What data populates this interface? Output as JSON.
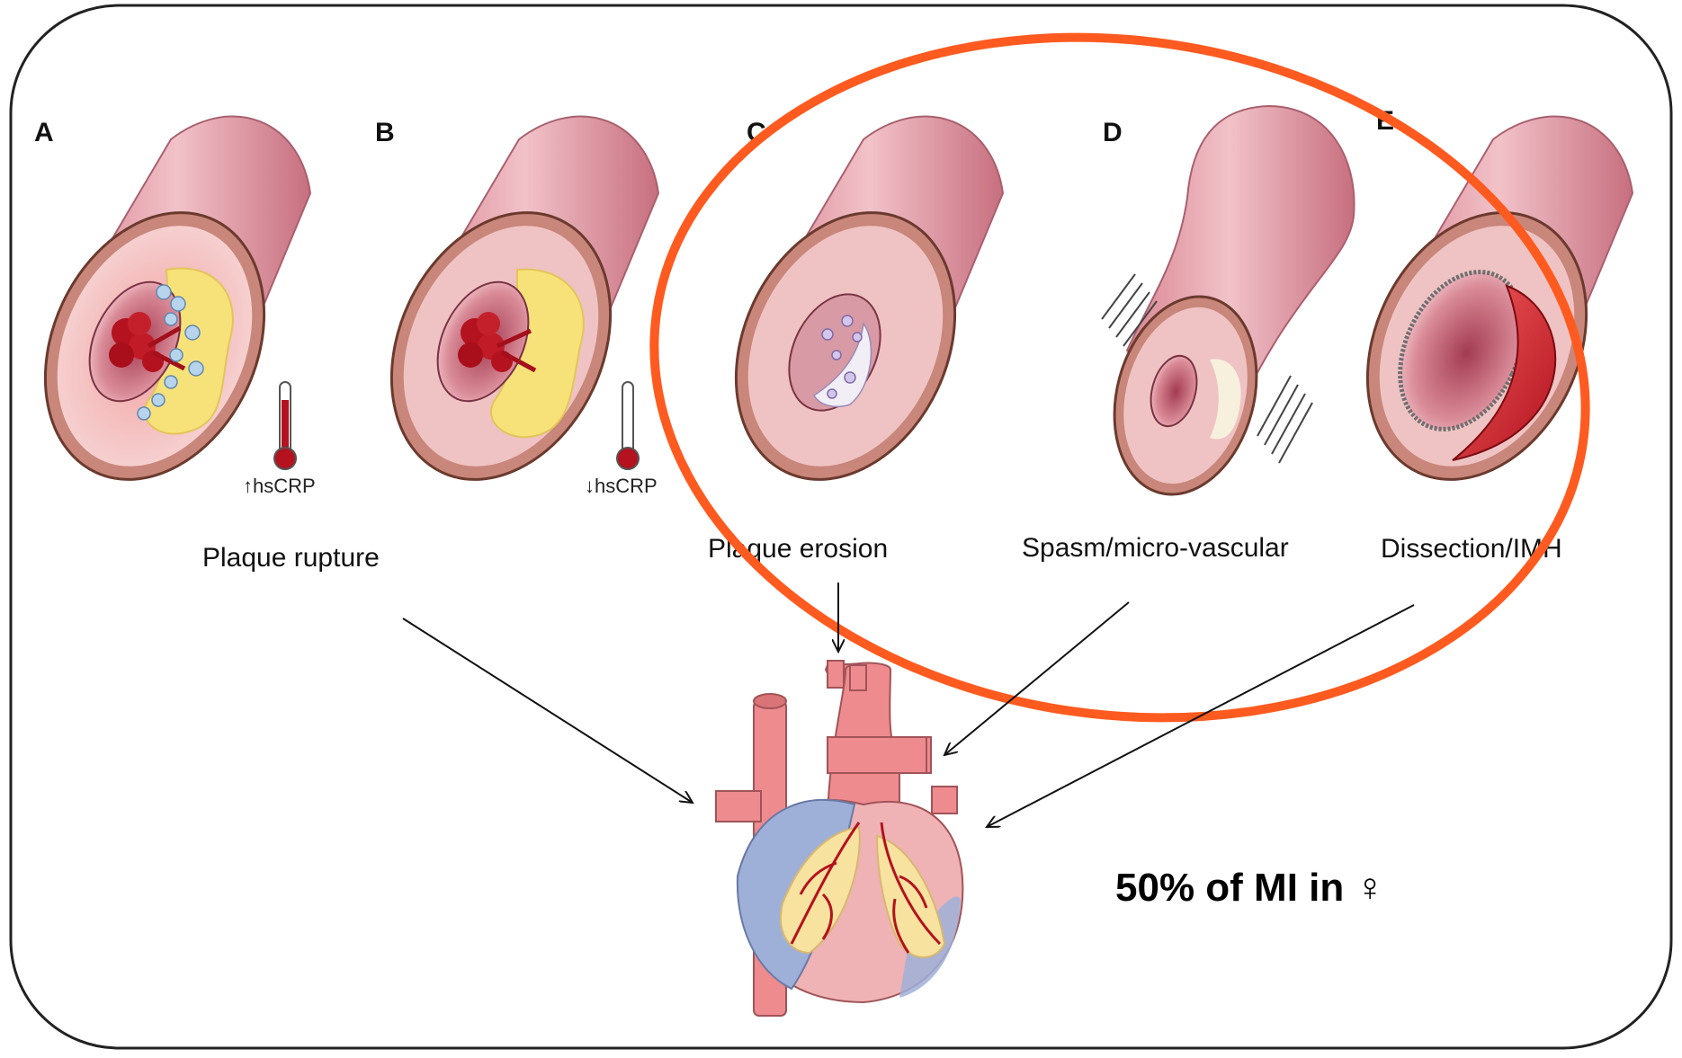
{
  "panels": [
    {
      "letter": "A",
      "caption": "Plaque rupture",
      "marker": "↑hsCRP"
    },
    {
      "letter": "B",
      "caption": "",
      "marker": "↓hsCRP"
    },
    {
      "letter": "C",
      "caption": "Plaque erosion",
      "marker": ""
    },
    {
      "letter": "D",
      "caption": "Spasm/micro-vascular",
      "marker": ""
    },
    {
      "letter": "E",
      "caption": "Dissection/IMH",
      "marker": ""
    }
  ],
  "headline": "50% of MI in ♀",
  "colors": {
    "highlight_ellipse": "#ff5a1f",
    "vessel_outer": "#e8a3ae",
    "vessel_ring": "#b47a6a",
    "lumen": "#f3c9c9",
    "thrombus": "#b3121e",
    "lipid_core": "#f7e27a",
    "hematoma": "#d91f26",
    "heart_pink": "#ee8b8f",
    "heart_blue": "#9fb0d8",
    "fat": "#f8e2a0"
  }
}
